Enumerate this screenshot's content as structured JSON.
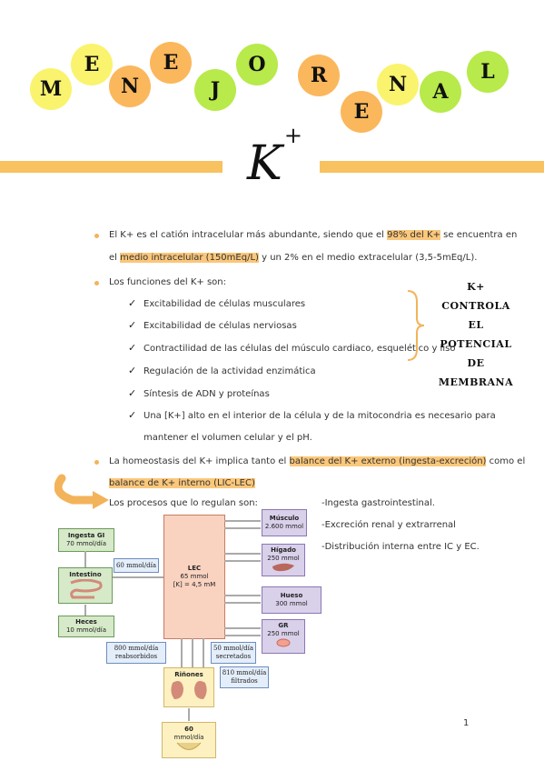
{
  "title_letters": [
    "M",
    "E",
    "N",
    "E",
    "J",
    "O",
    "R",
    "E",
    "N",
    "A",
    "L"
  ],
  "heading": "K",
  "heading_sup": "+",
  "bullets": {
    "b1_l1_a": "El K+ es el catión intracelular más abundante, siendo que el",
    "b1_l1_hl": "98% del K+",
    "b1_l1_b": "se encuentra en",
    "b1_l2_a": "el",
    "b1_l2_hl": "medio intracelular (150mEq/L)",
    "b1_l2_b": "y un 2% en el medio extracelular (3,5-5mEq/L).",
    "b2": "Los funciones del K+ son:",
    "checks": [
      "Excitabilidad de células musculares",
      "Excitabilidad de células nerviosas",
      "Contractilidad de las células del músculo cardiaco, esquelético y liso",
      "Regulación de la actividad enzimática",
      "Síntesis de ADN y proteínas",
      "Una [K+] alto en el interior de la célula y de la mitocondria es necesario para"
    ],
    "check6_l2": "mantener el volumen celular y el pH.",
    "b3_a": "La homeostasis del K+ implica tanto el",
    "b3_hl": "balance del K+ externo (ingesta-excreción)",
    "b3_b": "como el",
    "b3_l2_hl": "balance de K+ interno (LIC-LEC)",
    "procesos": "Los procesos que lo regulan son:",
    "list": [
      "-Ingesta gastrointestinal.",
      "-Excreción renal y extrarrenal",
      "-Distribución interna entre IC y EC."
    ]
  },
  "side_note": [
    "K+",
    "CONTROLA",
    "EL",
    "POTENCIAL",
    "DE",
    "MEMBRANA"
  ],
  "diagram": {
    "ingesta": [
      "Ingesta GI",
      "70 mmol/día"
    ],
    "intestino": "Intestino",
    "heces": [
      "Heces",
      "10 mmol/día"
    ],
    "flow60": "60 mmol/día",
    "lec": [
      "LEC",
      "65 mmol",
      "[K] = 4,5 mM"
    ],
    "musculo": [
      "Músculo",
      "2.600 mmol"
    ],
    "higado": [
      "Hígado",
      "250 mmol"
    ],
    "hueso": [
      "Hueso",
      "300 mmol"
    ],
    "gr": [
      "GR",
      "250 mmol"
    ],
    "reabs": [
      "800 mmol/día",
      "reabsorbidos"
    ],
    "secret": [
      "50 mmol/día",
      "secretados"
    ],
    "filtr": [
      "810 mmol/día",
      "filtrados"
    ],
    "rinones": "Riñones",
    "orina": [
      "60",
      "mmol/día"
    ]
  },
  "page_number": "1",
  "colors": {
    "green": "#b7ea4a",
    "yellow": "#faf36e",
    "orange": "#fbb75c",
    "highlight": "#fbc77a"
  }
}
